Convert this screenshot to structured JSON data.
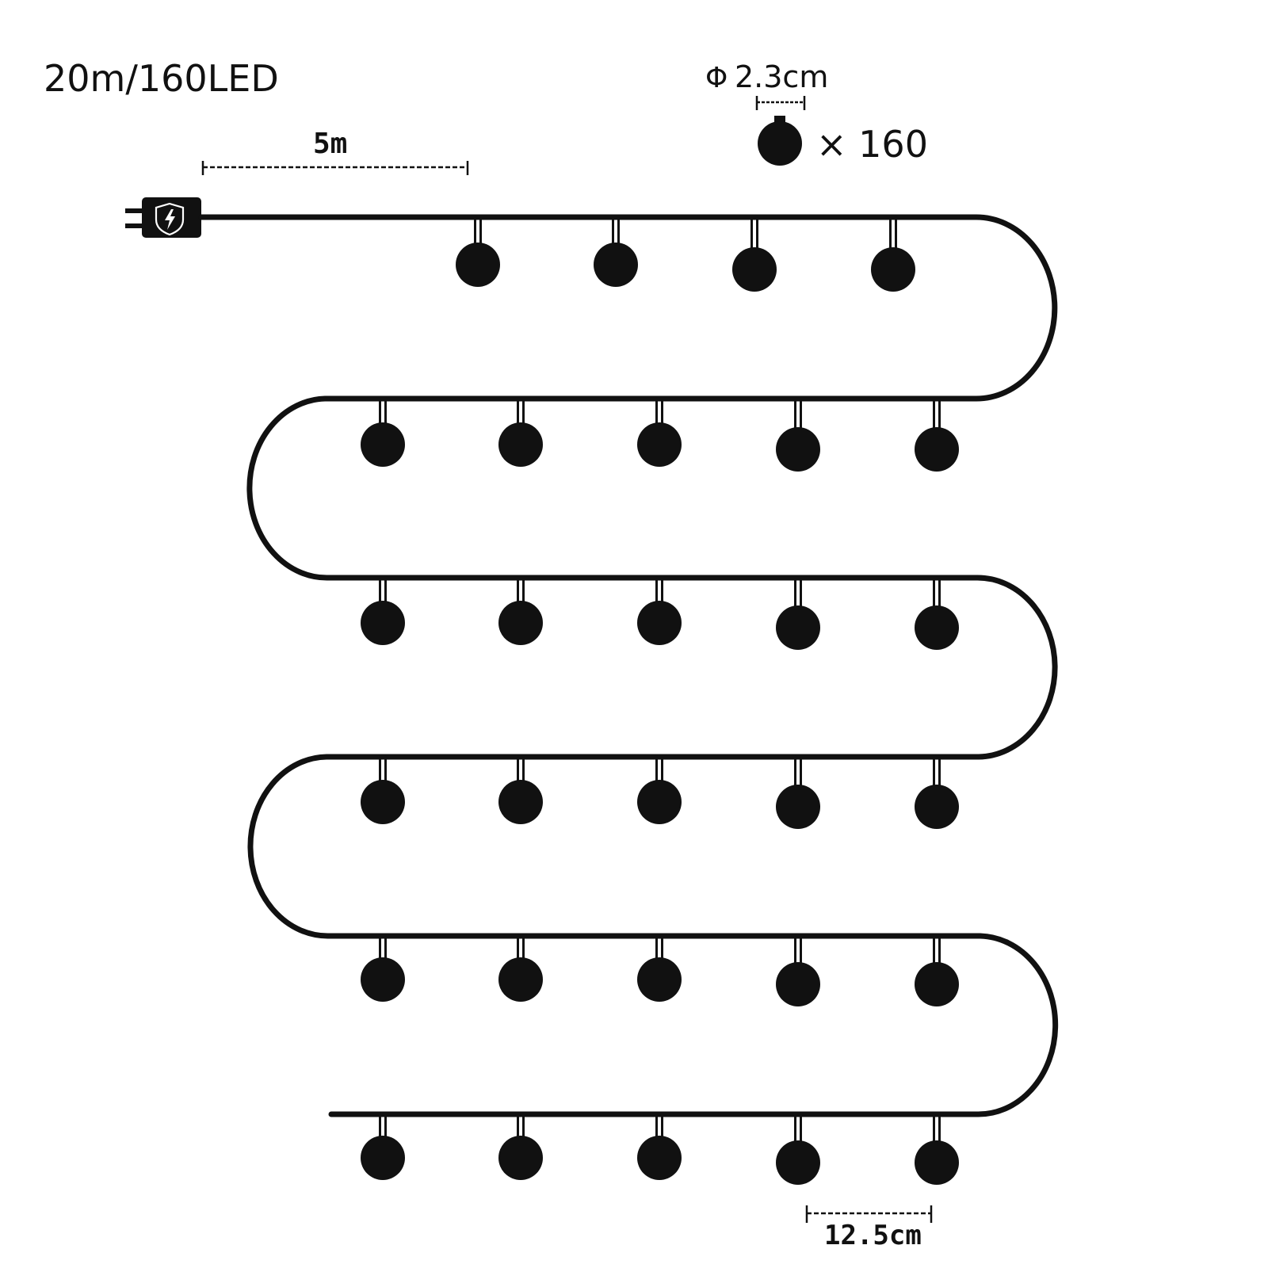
{
  "header": {
    "product_spec": "20m/160LED"
  },
  "lead_length": {
    "label": "5m"
  },
  "bulb_spec": {
    "diameter_symbol": "Φ",
    "diameter_label": "2.3cm",
    "count_label": "× 160"
  },
  "spacing": {
    "label": "12.5cm"
  },
  "icons": {
    "plug": "plug-adapter-icon",
    "shield": "shield-lightning-icon",
    "bulb": "globe-bulb-icon"
  },
  "colors": {
    "ink": "#111111",
    "background": "#ffffff"
  }
}
